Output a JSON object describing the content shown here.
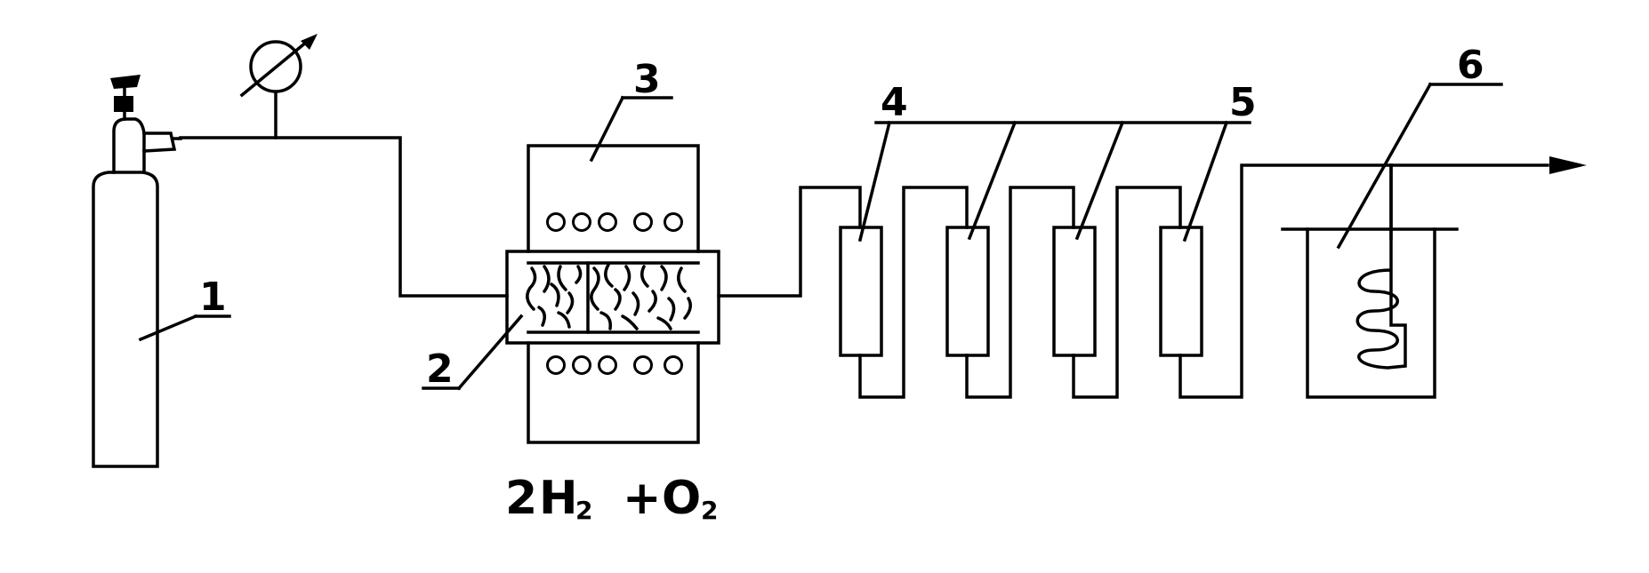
{
  "labels": {
    "n1": "1",
    "n2": "2",
    "n3": "3",
    "n4": "4",
    "n5": "5",
    "n6": "6"
  },
  "formula": {
    "coef": "2",
    "h": "H",
    "h_sub": "2",
    "plus": "+",
    "o": "O",
    "o_sub": "2"
  },
  "icons": [
    "gas-cylinder-icon",
    "pressure-gauge-icon",
    "heater-coil-icon",
    "flow-arrow-icon"
  ],
  "colors": {
    "line": "#000000",
    "background": "#ffffff"
  }
}
